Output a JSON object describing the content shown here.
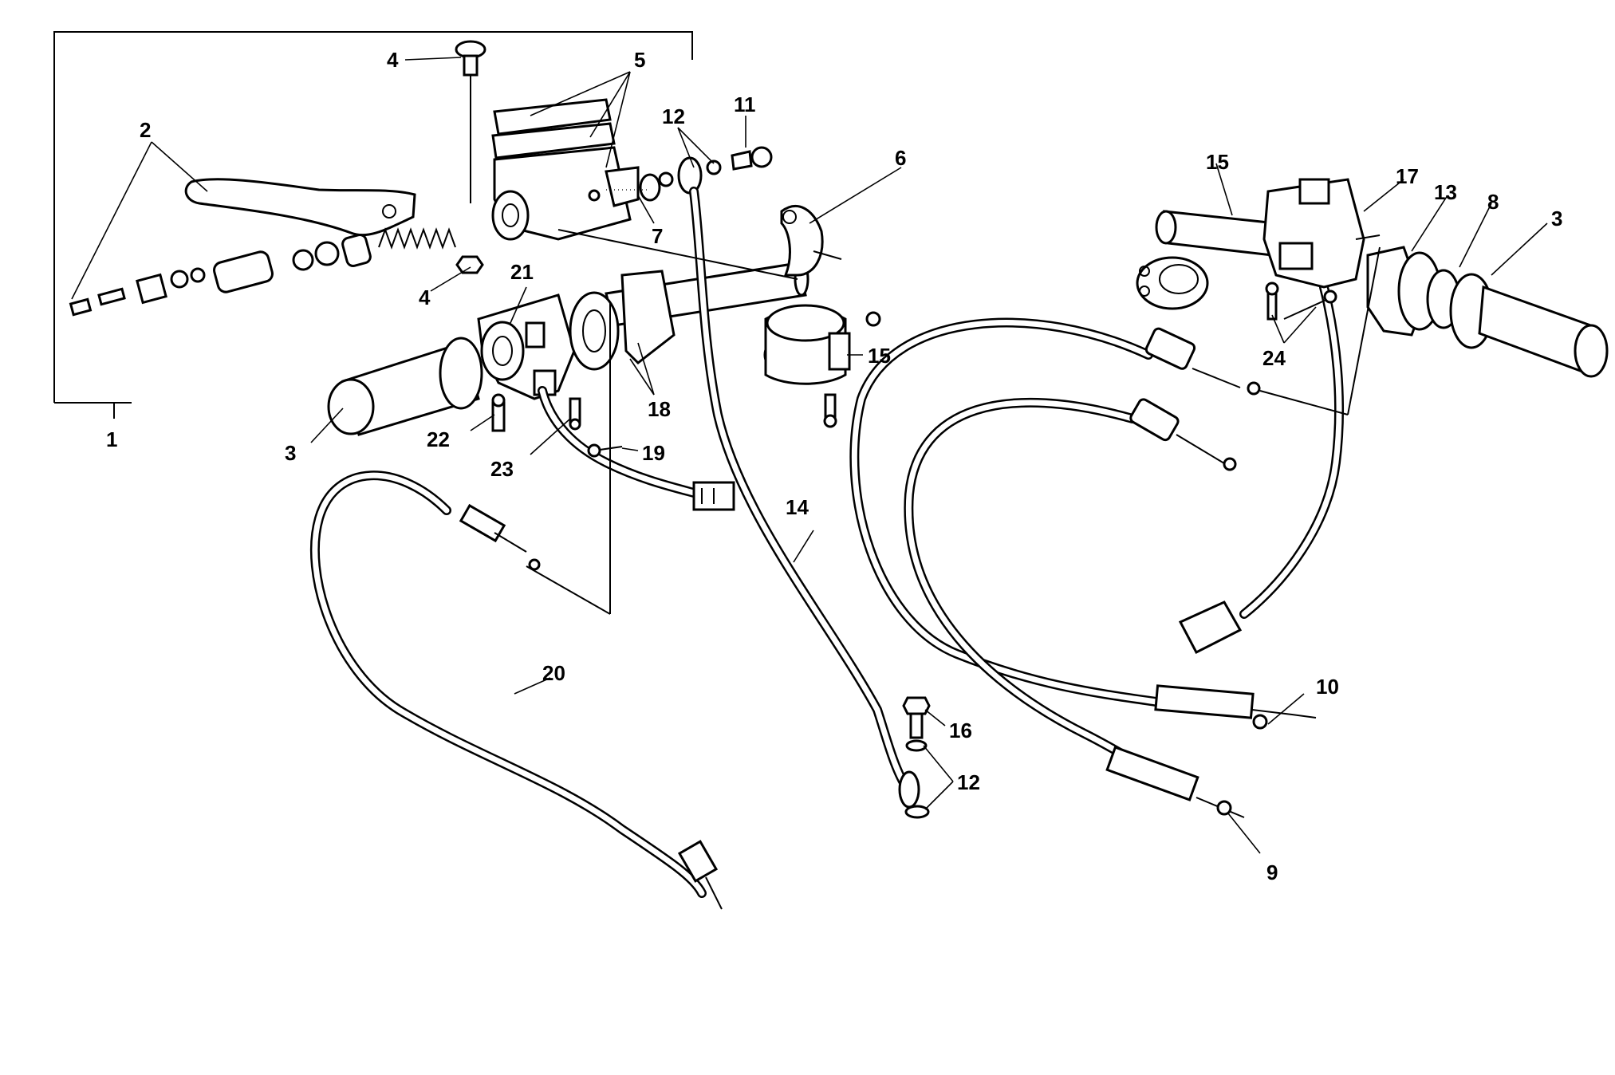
{
  "callouts": [
    {
      "id": "c1",
      "text": "1"
    },
    {
      "id": "c2",
      "text": "2"
    },
    {
      "id": "c3a",
      "text": "3"
    },
    {
      "id": "c3b",
      "text": "3"
    },
    {
      "id": "c4a",
      "text": "4"
    },
    {
      "id": "c4b",
      "text": "4"
    },
    {
      "id": "c5",
      "text": "5"
    },
    {
      "id": "c6",
      "text": "6"
    },
    {
      "id": "c7",
      "text": "7"
    },
    {
      "id": "c8",
      "text": "8"
    },
    {
      "id": "c9",
      "text": "9"
    },
    {
      "id": "c10",
      "text": "10"
    },
    {
      "id": "c11",
      "text": "11"
    },
    {
      "id": "c12a",
      "text": "12"
    },
    {
      "id": "c12b",
      "text": "12"
    },
    {
      "id": "c13",
      "text": "13"
    },
    {
      "id": "c14",
      "text": "14"
    },
    {
      "id": "c15a",
      "text": "15"
    },
    {
      "id": "c15b",
      "text": "15"
    },
    {
      "id": "c16",
      "text": "16"
    },
    {
      "id": "c17",
      "text": "17"
    },
    {
      "id": "c18",
      "text": "18"
    },
    {
      "id": "c19",
      "text": "19"
    },
    {
      "id": "c20",
      "text": "20"
    },
    {
      "id": "c21",
      "text": "21"
    },
    {
      "id": "c22",
      "text": "22"
    },
    {
      "id": "c23",
      "text": "23"
    },
    {
      "id": "c24",
      "text": "24"
    }
  ]
}
